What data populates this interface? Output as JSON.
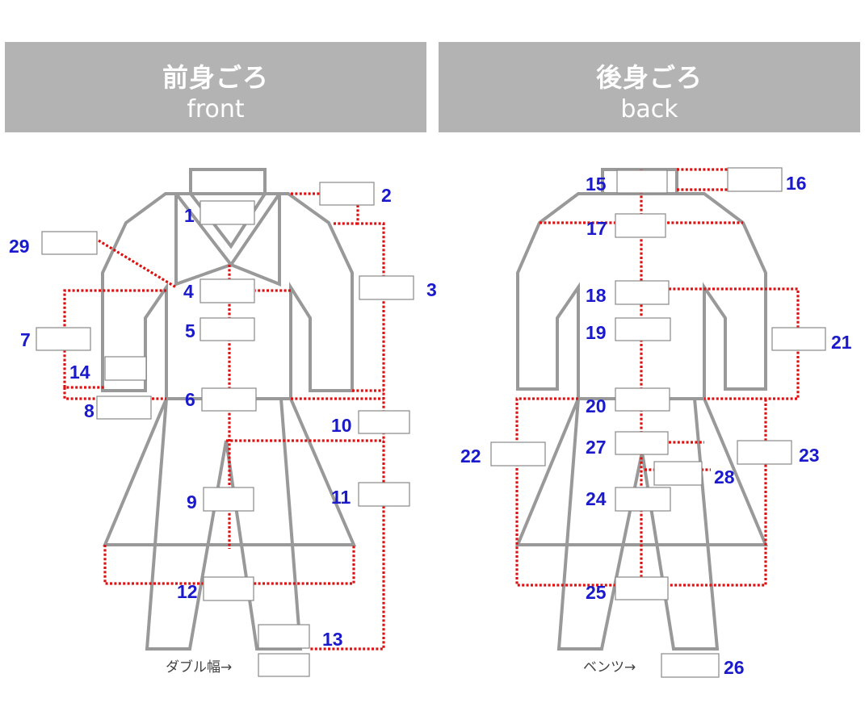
{
  "headers": {
    "front": {
      "jp": "前身ごろ",
      "en": "front"
    },
    "back": {
      "jp": "後身ごろ",
      "en": "back"
    }
  },
  "numbers": {
    "n1": "1",
    "n2": "2",
    "n3": "3",
    "n4": "4",
    "n5": "5",
    "n6": "6",
    "n7": "7",
    "n8": "8",
    "n9": "9",
    "n10": "10",
    "n11": "11",
    "n12": "12",
    "n13": "13",
    "n14": "14",
    "n15": "15",
    "n16": "16",
    "n17": "17",
    "n18": "18",
    "n19": "19",
    "n20": "20",
    "n21": "21",
    "n22": "22",
    "n23": "23",
    "n24": "24",
    "n25": "25",
    "n26": "26",
    "n27": "27",
    "n28": "28",
    "n29": "29"
  },
  "notes": {
    "double_width": "ダブル幅→",
    "vents": "ベンツ→"
  },
  "colors": {
    "header_bg": "#b3b3b3",
    "outline": "#999999",
    "measure_line": "#dd1111",
    "number": "#1a1acc"
  }
}
